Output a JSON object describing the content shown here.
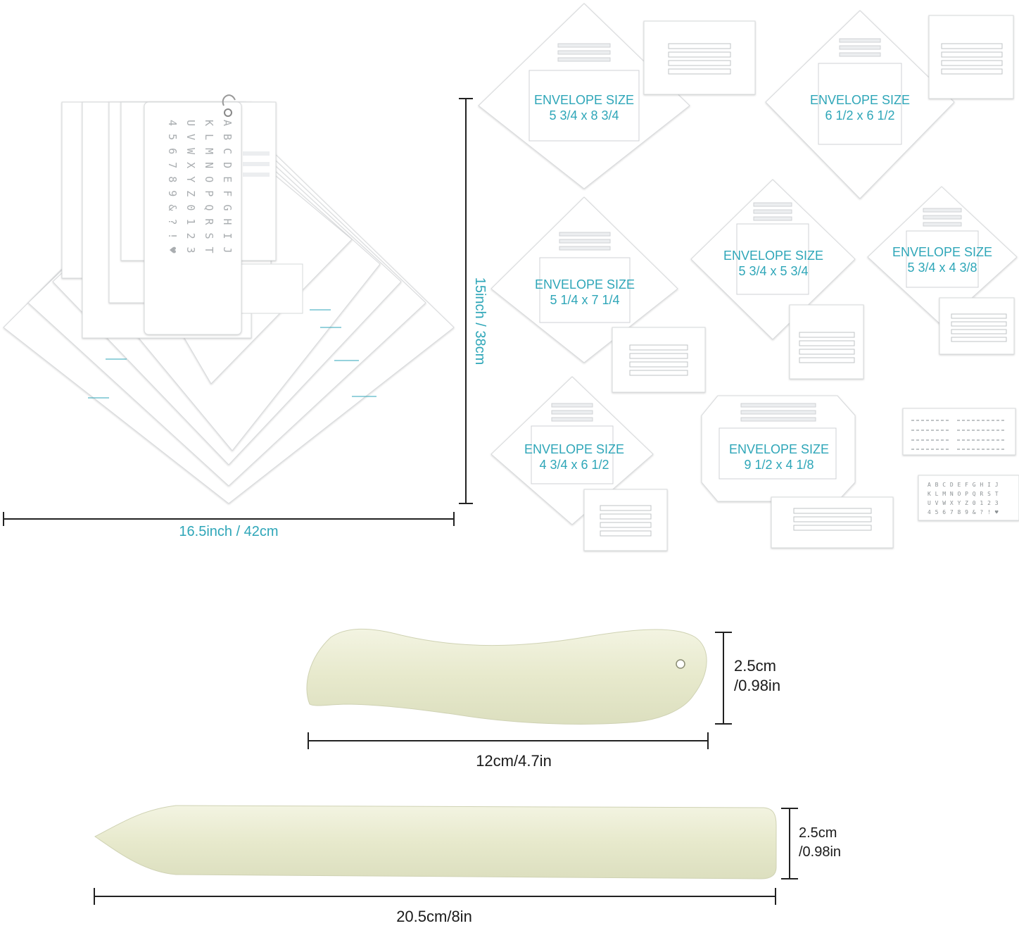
{
  "dimensions": {
    "stack_width": "16.5inch / 42cm",
    "stack_height": "15inch / 38cm",
    "folder_small_height_line1": "2.5cm",
    "folder_small_height_line2": "/0.98in",
    "folder_small_length": "12cm/4.7in",
    "folder_large_height_line1": "2.5cm",
    "folder_large_height_line2": "/0.98in",
    "folder_large_length": "20.5cm/8in"
  },
  "envelope_templates": [
    {
      "heading": "ENVELOPE SIZE",
      "size": "5 3/4 x 8 3/4"
    },
    {
      "heading": "ENVELOPE SIZE",
      "size": "6 1/2 x 6 1/2"
    },
    {
      "heading": "ENVELOPE SIZE",
      "size": "5 1/4 x 7 1/4"
    },
    {
      "heading": "ENVELOPE SIZE",
      "size": "5 3/4 x 5 3/4"
    },
    {
      "heading": "ENVELOPE SIZE",
      "size": "5 3/4 x 4 3/8"
    },
    {
      "heading": "ENVELOPE SIZE",
      "size": "4 3/4 x 6 1/2"
    },
    {
      "heading": "ENVELOPE SIZE",
      "size": "9 1/2 x 4 1/8"
    }
  ],
  "alphabet_stencil": {
    "rows": [
      "A B C D E F G H I J",
      "K L M N O P Q R S T",
      "U V W X Y Z 0 1 2 3",
      "4 5 6 7 8 9 & ? ! ♥"
    ]
  },
  "colors": {
    "accent": "#2ea6b8",
    "template_fill": "#ffffff",
    "template_edge": "#d6d8da",
    "bone_folder": "#e9ebd2",
    "text_dark": "#1a1a1a"
  }
}
